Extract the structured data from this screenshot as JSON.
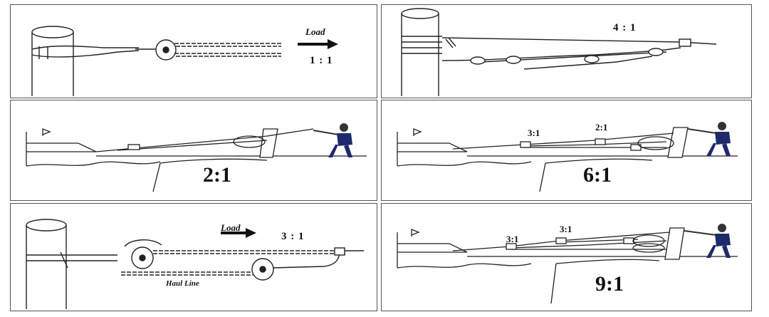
{
  "panels": {
    "p1": {
      "load_label": "Load",
      "ratio": "1 : 1"
    },
    "p2": {
      "ratio": "4 : 1"
    },
    "p3": {
      "ratio": "2:1"
    },
    "p4": {
      "ratio": "6:1",
      "inner_a": "3:1",
      "inner_b": "2:1"
    },
    "p5": {
      "load_label": "Load",
      "ratio": "3 : 1",
      "haul_label": "Haul Line"
    },
    "p6": {
      "ratio": "9:1",
      "inner_a": "3:1",
      "inner_b": "3:1"
    }
  }
}
